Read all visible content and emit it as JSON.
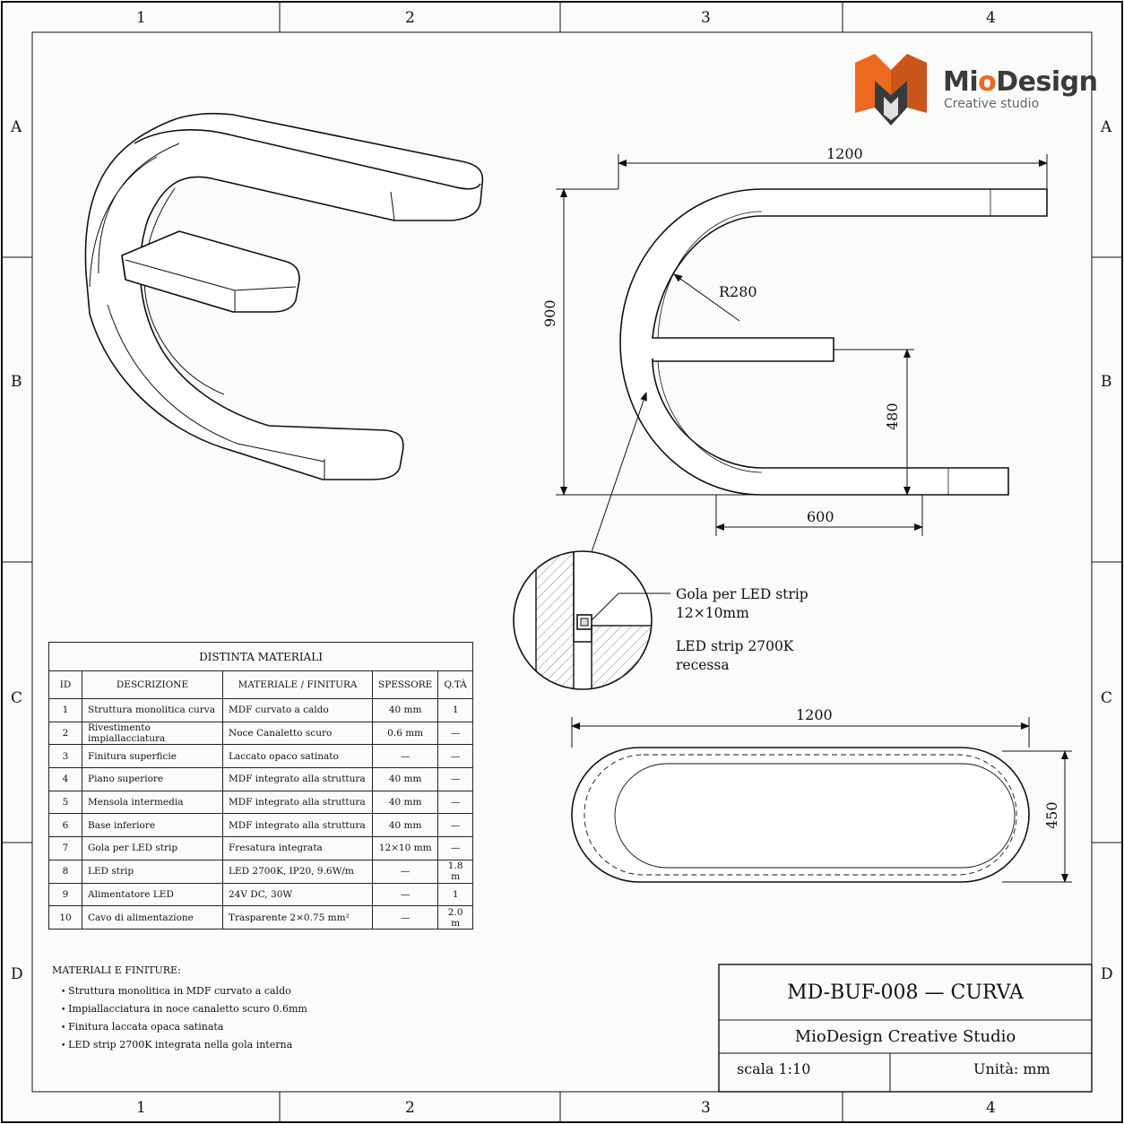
{
  "logo": {
    "name_prefix": "Mi",
    "name_o": "o",
    "name_suffix": "Design",
    "tagline": "Creative studio"
  },
  "grid": {
    "columns": [
      "1",
      "2",
      "3",
      "4"
    ],
    "rows": [
      "A",
      "B",
      "C",
      "D"
    ]
  },
  "dimensions": {
    "side_width": "1200",
    "side_height": "900",
    "radius": "R280",
    "shelf_height": "480",
    "shelf_length": "600",
    "top_width": "1200",
    "top_depth": "450"
  },
  "detail": {
    "groove_label": "Gola per LED strip",
    "groove_size": "12×10mm",
    "led_label": "LED strip 2700K",
    "led_note": "recessa"
  },
  "bom": {
    "title": "DISTINTA MATERIALI",
    "headers": [
      "ID",
      "DESCRIZIONE",
      "MATERIALE / FINITURA",
      "SPESSORE",
      "Q.TÀ"
    ],
    "rows": [
      [
        "1",
        "Struttura monolitica curva",
        "MDF curvato a caldo",
        "40 mm",
        "1"
      ],
      [
        "2",
        "Rivestimento impiallacciatura",
        "Noce Canaletto scuro",
        "0.6 mm",
        "—"
      ],
      [
        "3",
        "Finitura superficie",
        "Laccato opaco satinato",
        "—",
        "—"
      ],
      [
        "4",
        "Piano superiore",
        "MDF integrato alla struttura",
        "40 mm",
        "—"
      ],
      [
        "5",
        "Mensola intermedia",
        "MDF integrato alla struttura",
        "40 mm",
        "—"
      ],
      [
        "6",
        "Base inferiore",
        "MDF integrato alla struttura",
        "40 mm",
        "—"
      ],
      [
        "7",
        "Gola per LED strip",
        "Fresatura integrata",
        "12×10 mm",
        "—"
      ],
      [
        "8",
        "LED strip",
        "LED 2700K, IP20, 9.6W/m",
        "—",
        "1.8 m"
      ],
      [
        "9",
        "Alimentatore LED",
        "24V DC, 30W",
        "—",
        "1"
      ],
      [
        "10",
        "Cavo di alimentazione",
        "Trasparente 2×0.75 mm²",
        "—",
        "2.0 m"
      ]
    ]
  },
  "notes": {
    "title": "MATERIALI E FINITURE:",
    "items": [
      "Struttura monolitica in MDF curvato a caldo",
      "Impiallacciatura in noce canaletto scuro 0.6mm",
      "Finitura laccata opaca satinata",
      "LED strip 2700K integrata nella gola interna"
    ]
  },
  "title_block": {
    "code": "MD-BUF-008 — CURVA",
    "studio": "MioDesign Creative Studio",
    "scale": "scala 1:10",
    "units": "Unità: mm"
  },
  "colors": {
    "accent": "#ec6a1f",
    "logo_dark": "#3a3a3a"
  }
}
